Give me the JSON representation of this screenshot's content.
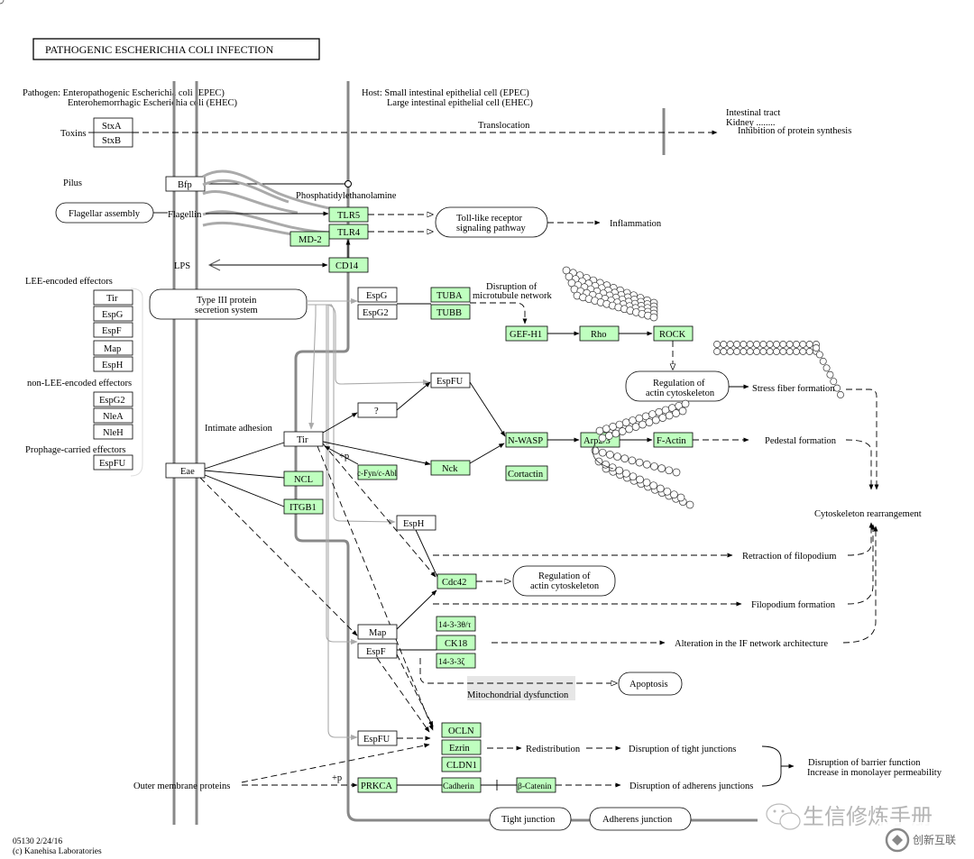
{
  "title": "PATHOGENIC ESCHERICHIA COLI INFECTION",
  "pathogen_line1": "Pathogen: Enteropathogenic Escherichia coli (EPEC)",
  "pathogen_line2": "Enterohemorrhagic Escherichia coli (EHEC)",
  "host_line1": "Host: Small intestinal epithelial cell (EPEC)",
  "host_line2": "Large intestinal epithelial cell (EHEC)",
  "footer_code": "05130 2/24/16",
  "footer_copy": "(c) Kanehisa Laboratories",
  "watermark_text": "生信修炼手册",
  "corner_logo_text": "创新互联",
  "labels": {
    "toxins": "Toxins",
    "translocation": "Translocation",
    "intestinal": "Intestinal tract",
    "kidney": "Kidney ........",
    "inhibition": "Inhibition of protein synthesis",
    "pilus": "Pilus",
    "phosphatidyl": "Phosphatidylethanolamine",
    "flagellin": "Flagellin",
    "inflammation": "Inflammation",
    "lps": "LPS",
    "lee": "LEE-encoded effectors",
    "nonlee": "non-LEE-encoded effectors",
    "prophage": "Prophage-carried effectors",
    "disruption_mt1": "Disruption of",
    "disruption_mt2": "microtubule network",
    "intimate": "Intimate adhesion",
    "plusp1": "+p",
    "stress": "Stress fiber formation",
    "pedestal": "Pedestal formation",
    "cyto_rearr": "Cytoskeleton rearrangement",
    "retraction": "Retraction of filopodium",
    "filopodium": "Filopodium formation",
    "alteration": "Alteration in the IF network architecture",
    "mito": "Mitochondrial dysfunction",
    "outer": "Outer membrane proteins",
    "plusp2": "+p",
    "redistribution": "Redistribution",
    "disr_tight": "Disruption of tight junctions",
    "disr_adherens": "Disruption of adherens junctions",
    "disr_barrier1": "Disruption of barrier function",
    "disr_barrier2": "Increase in monolayer permeability"
  },
  "rounded_boxes": {
    "flagellar": "Flagellar assembly",
    "t3ss_1": "Type III protein",
    "t3ss_2": "secretion system",
    "tlr_1": "Toll-like receptor",
    "tlr_2": "signaling pathway",
    "reg_actin1_1": "Regulation of",
    "reg_actin1_2": "actin cytoskeleton",
    "reg_actin2_1": "Regulation of",
    "reg_actin2_2": "actin cytoskeleton",
    "apoptosis": "Apoptosis",
    "tight": "Tight junction",
    "adherens": "Adherens junction"
  },
  "nodes": {
    "stxa": "StxA",
    "stxb": "StxB",
    "bfp": "Bfp",
    "tlr5": "TLR5",
    "tlr4": "TLR4",
    "md2": "MD-2",
    "cd14": "CD14",
    "tir_l": "Tir",
    "espg_l": "EspG",
    "espf_l": "EspF",
    "map_l": "Map",
    "esph_l": "EspH",
    "espg2_l": "EspG2",
    "nlea": "NleA",
    "nleh": "NleH",
    "espfu_l": "EspFU",
    "eae": "Eae",
    "espg_r": "EspG",
    "espg2_r": "EspG2",
    "tuba": "TUBA",
    "tubb": "TUBB",
    "gefh1": "GEF-H1",
    "rho": "Rho",
    "rock": "ROCK",
    "espfu_r": "EspFU",
    "q": "?",
    "tir_r": "Tir",
    "nck": "Nck",
    "cfyn": "c-Fyn/c-Abl",
    "nwasp": "N-WASP",
    "cortactin": "Cortactin",
    "arp23": "Arp2/3",
    "factin": "F-Actin",
    "ncl": "NCL",
    "itgb1": "ITGB1",
    "esph_r": "EspH",
    "cdc42": "Cdc42",
    "map_r": "Map",
    "espf_r": "EspF",
    "ywhaq": "14-3-3θ/τ",
    "ck18": "CK18",
    "ywhaz": "14-3-3ζ",
    "ocln": "OCLN",
    "ezrin": "Ezrin",
    "cldn1": "CLDN1",
    "espfu_b": "EspFU",
    "prkca": "PRKCA",
    "cadherin": "Cadherin",
    "bcatenin": "β-Catenin"
  }
}
